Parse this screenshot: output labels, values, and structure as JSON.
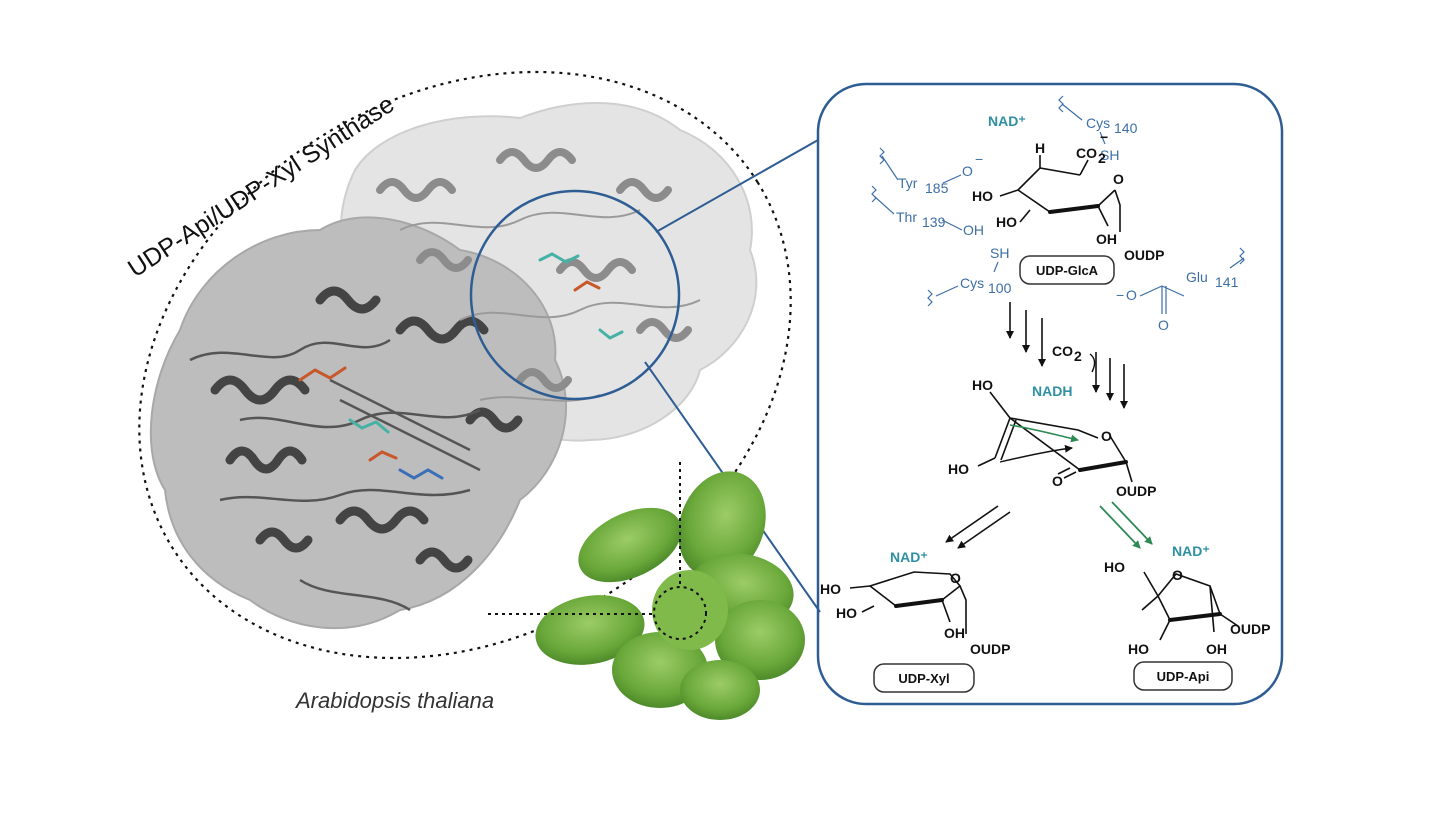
{
  "figure": {
    "enzyme_label": "UDP-Api/UDP-Xyl Synthase",
    "organism_label": "Arabidopsis thaliana"
  },
  "residues": {
    "nad_top": "NAD⁺",
    "cys140": "Cys",
    "cys140_sub": "140",
    "cys140_sh": "SH",
    "tyr185": "Tyr",
    "tyr185_sub": "185",
    "tyr185_o": "O",
    "tyr185_charge": "−",
    "thr139": "Thr",
    "thr139_sub": "139",
    "thr139_oh": "OH",
    "cys100": "Cys",
    "cys100_sub": "100",
    "cys100_sh": "SH",
    "glu141": "Glu",
    "glu141_sub": "141",
    "glu141_o_minus": "O",
    "glu141_o": "O",
    "minus": "−"
  },
  "glca": {
    "h": "H",
    "co2": "CO",
    "co2_sub": "2",
    "co2_charge": "−",
    "ho1": "HO",
    "ho2": "HO",
    "oh": "OH",
    "ring_o": "O",
    "oudp": "OUDP",
    "box": "UDP-GlcA"
  },
  "intermediate": {
    "co2": "CO",
    "co2_sub": "2",
    "nadh": "NADH",
    "ho1": "HO",
    "ho2": "HO",
    "ring_o": "O",
    "keto_o": "O",
    "oudp": "OUDP"
  },
  "xyl": {
    "nad": "NAD⁺",
    "ho1": "HO",
    "ho2": "HO",
    "oh": "OH",
    "ring_o": "O",
    "oudp": "OUDP",
    "box": "UDP-Xyl"
  },
  "api": {
    "nad": "NAD⁺",
    "ho_top": "HO",
    "ho_bottom": "HO",
    "oh": "OH",
    "ring_o": "O",
    "oudp": "OUDP",
    "box": "UDP-Api"
  },
  "colors": {
    "panel_border": "#2e5d94",
    "residue_blue": "#3d6fa6",
    "cofactor_teal": "#2f8fa3",
    "green_arrow": "#2e8a55",
    "protein_dark": "#4a4a4a",
    "protein_light": "#d9d9d9",
    "leaf_green": "#6fae3e"
  }
}
